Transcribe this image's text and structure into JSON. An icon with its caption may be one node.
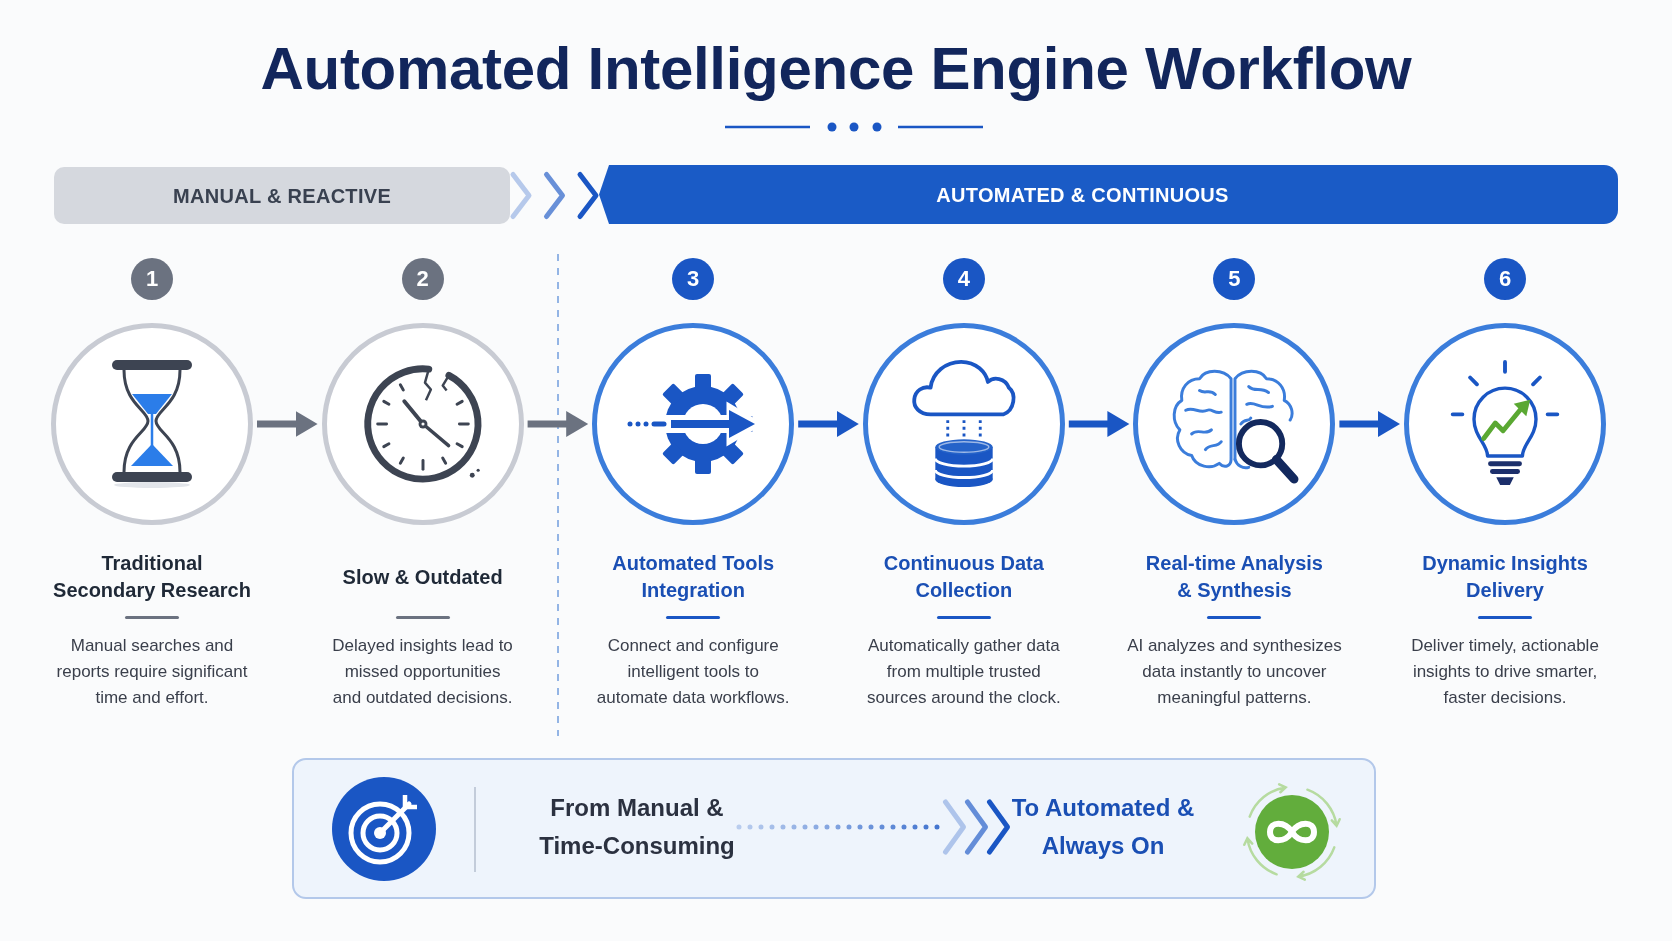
{
  "diagram": {
    "title": "Automated Intelligence Engine Workflow",
    "nodes": [
      {
        "text": [
          "MANUAL & REACTIVE"
        ]
      },
      {
        "text": [
          "AUTOMATED & CONTINUOUS"
        ]
      },
      {
        "text": [
          "1"
        ]
      },
      {
        "text": [
          "2"
        ]
      },
      {
        "text": [
          "3"
        ]
      },
      {
        "text": [
          "4"
        ]
      },
      {
        "text": [
          "5"
        ]
      },
      {
        "text": [
          "6"
        ]
      },
      {
        "text": [],
        "shape": "circle",
        "beside": [
          "Traditional Secondary Research",
          "Manual searches and reports require significant time and effort."
        ]
      },
      {
        "text": [],
        "shape": "circle",
        "beside": [
          "Slow & Outdated",
          "Delayed insights lead to missed opportunities and outdated decisions."
        ]
      },
      {
        "text": [],
        "shape": "circle",
        "beside": [
          "Automated Tools Integration",
          "Connect and configure intelligent tools to automate data workflows."
        ]
      },
      {
        "text": [],
        "shape": "circle",
        "beside": [
          "Continuous Data Collection",
          "Automatically gather data from multiple trusted sources around the clock."
        ]
      },
      {
        "text": [],
        "shape": "circle",
        "beside": [
          "Real-time Analysis & Synthesis",
          "AI analyzes and synthesizes data instantly to uncover meaningful patterns."
        ]
      },
      {
        "text": [],
        "shape": "circle",
        "beside": [
          "Dynamic Insights Delivery",
          "Deliver timely, actionable insights to drive smarter, faster decisions."
        ]
      },
      {
        "text": [],
        "shape": "box"
      },
      {
        "text": [
          "From Manual & Time-Consuming"
        ],
        "in": 14
      },
      {
        "text": [
          "To Automated & Always On"
        ],
        "in": 14
      }
    ],
    "edges": [
      {
        "from": 0,
        "to": 1,
        "arrow": "to"
      },
      {
        "from": 8,
        "to": 9,
        "arrow": "to",
        "color": "#6b7280"
      },
      {
        "from": 9,
        "to": 10,
        "arrow": "to",
        "color": "#6b7280"
      },
      {
        "from": 10,
        "to": 11,
        "arrow": "to"
      },
      {
        "from": 11,
        "to": 12,
        "arrow": "to"
      },
      {
        "from": 12,
        "to": 13,
        "arrow": "to"
      },
      {
        "from": 15,
        "to": 16,
        "arrow": "to",
        "style": "dashed"
      }
    ]
  }
}
